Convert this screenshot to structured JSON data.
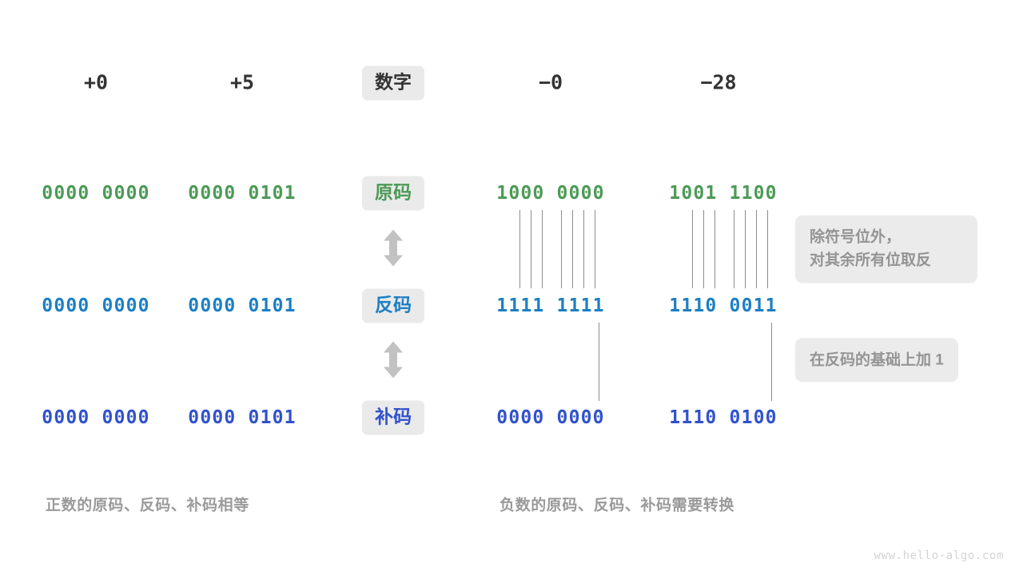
{
  "colors": {
    "sign_magnitude": "#4c9a56",
    "ones_complement": "#1c7fc4",
    "twos_complement": "#3152cc",
    "badge_bg": "#eaeaea",
    "note_bg": "#ebebeb",
    "note_text": "#949494",
    "caption_text": "#9a9a9a",
    "connector_line": "#8c8c8c",
    "arrow": "#c2c2c2",
    "number_text": "#333333",
    "watermark": "#d4d4d4",
    "background": "#ffffff"
  },
  "header": {
    "row_label": "数字",
    "columns": [
      "+0",
      "+5",
      "−0",
      "−28"
    ]
  },
  "rows": [
    {
      "label": "原码",
      "color_key": "sign_magnitude",
      "values": [
        "0000 0000",
        "0000 0101",
        "1000 0000",
        "1001 1100"
      ]
    },
    {
      "label": "反码",
      "color_key": "ones_complement",
      "values": [
        "0000 0000",
        "0000 0101",
        "1111 1111",
        "1110 0011"
      ]
    },
    {
      "label": "补码",
      "color_key": "twos_complement",
      "values": [
        "0000 0000",
        "0000 0101",
        "0000 0000",
        "1110 0100"
      ]
    }
  ],
  "transitions": [
    {
      "from": "原码",
      "to": "反码",
      "arrow": "double-vertical-arrow",
      "note_lines": [
        "除符号位外，",
        "对其余所有位取反"
      ]
    },
    {
      "from": "反码",
      "to": "补码",
      "arrow": "double-vertical-arrow",
      "note_lines": [
        "在反码的基础上加 1"
      ]
    }
  ],
  "captions": {
    "left": "正数的原码、反码、补码相等",
    "right": "负数的原码、反码、补码需要转换"
  },
  "watermark": "www.hello-algo.com"
}
